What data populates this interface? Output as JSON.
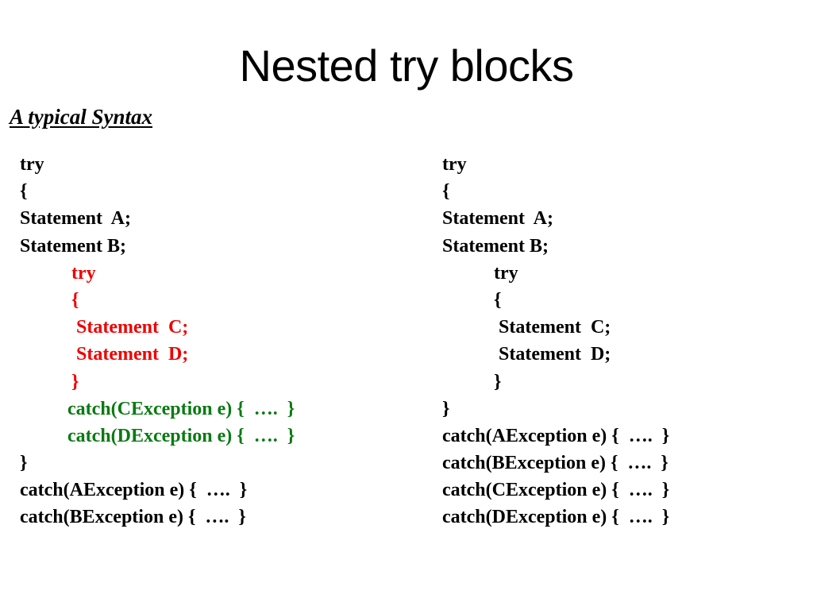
{
  "slide": {
    "title": "Nested try blocks",
    "subtitle": "A typical Syntax",
    "background_color": "#ffffff"
  },
  "colors": {
    "black": "#000000",
    "red": "#ee0000",
    "green": "#0a7a12"
  },
  "code_left": {
    "label": "Nested try with inner catch blocks",
    "lines": [
      {
        "text": "try",
        "color": "black",
        "indent": 0
      },
      {
        "text": "{",
        "color": "black",
        "indent": 0
      },
      {
        "text": "Statement  A;",
        "color": "black",
        "indent": 0
      },
      {
        "text": "Statement B;",
        "color": "black",
        "indent": 0
      },
      {
        "text": "try",
        "color": "red",
        "indent": 3
      },
      {
        "text": "{",
        "color": "red",
        "indent": 3
      },
      {
        "text": " Statement  C;",
        "color": "red",
        "indent": 3
      },
      {
        "text": " Statement  D;",
        "color": "red",
        "indent": 3
      },
      {
        "text": "}",
        "color": "red",
        "indent": 3
      },
      {
        "text": "catch(CException e) {  ….  }",
        "color": "green",
        "indent": 2
      },
      {
        "text": "catch(DException e) {  ….  }",
        "color": "green",
        "indent": 2
      },
      {
        "text": "}",
        "color": "black",
        "indent": 0
      },
      {
        "text": "catch(AException e) {  ….  }",
        "color": "black",
        "indent": 0
      },
      {
        "text": "catch(BException e) {  ….  }",
        "color": "black",
        "indent": 0
      }
    ]
  },
  "code_right": {
    "label": "Nested try with all catch blocks outside",
    "lines": [
      {
        "text": "try",
        "color": "black",
        "indent": 0
      },
      {
        "text": "{",
        "color": "black",
        "indent": 0
      },
      {
        "text": "Statement  A;",
        "color": "black",
        "indent": 0
      },
      {
        "text": "Statement B;",
        "color": "black",
        "indent": 0
      },
      {
        "text": "try",
        "color": "black",
        "indent": 3
      },
      {
        "text": "{",
        "color": "black",
        "indent": 3
      },
      {
        "text": " Statement  C;",
        "color": "black",
        "indent": 3
      },
      {
        "text": " Statement  D;",
        "color": "black",
        "indent": 3
      },
      {
        "text": "}",
        "color": "black",
        "indent": 3
      },
      {
        "text": "}",
        "color": "black",
        "indent": 0
      },
      {
        "text": "catch(AException e) {  ….  }",
        "color": "black",
        "indent": 0
      },
      {
        "text": "catch(BException e) {  ….  }",
        "color": "black",
        "indent": 0
      },
      {
        "text": "catch(CException e) {  ….  }",
        "color": "black",
        "indent": 0
      },
      {
        "text": "catch(DException e) {  ….  }",
        "color": "black",
        "indent": 0
      }
    ]
  }
}
